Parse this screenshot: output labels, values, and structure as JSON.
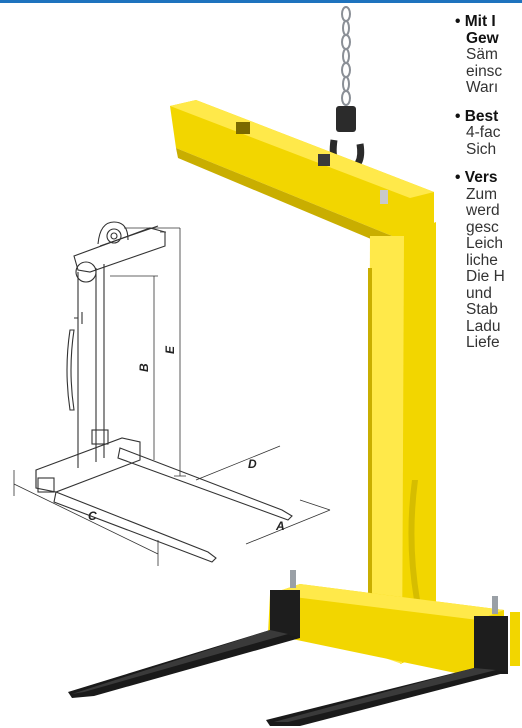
{
  "bullets": [
    {
      "heading_lines": [
        "Mit I",
        "Gew"
      ],
      "body_lines": [
        "Säm",
        "einsc",
        "Warı"
      ]
    },
    {
      "heading_lines": [
        "Best"
      ],
      "body_lines": [
        "4-fac",
        "Sich"
      ]
    },
    {
      "heading_lines": [
        "Vers"
      ],
      "body_lines": [
        "Zum",
        "werd",
        "gesc",
        "Leich",
        "liche",
        "Die H",
        "und",
        "Stab",
        "Ladu",
        "Liefe"
      ]
    }
  ],
  "diagram": {
    "dimension_labels": [
      "A",
      "B",
      "C",
      "D",
      "E"
    ]
  },
  "colors": {
    "frame_yellow": "#f2d600",
    "fork_black": "#1a1a1a",
    "accent_blue": "#1e73be"
  }
}
